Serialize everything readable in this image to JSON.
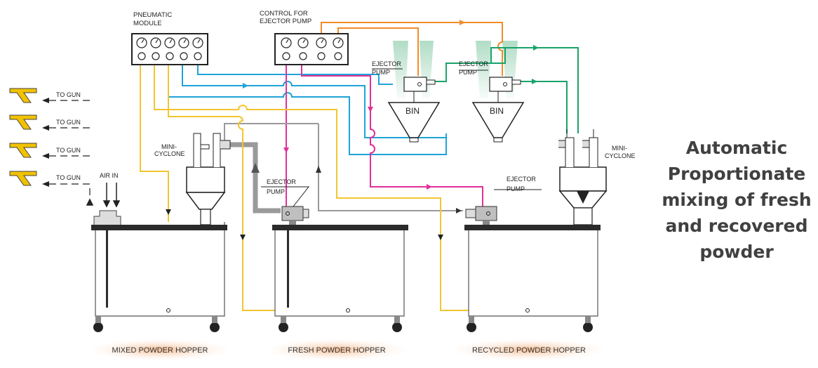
{
  "title": {
    "line1": "Automatic",
    "line2": "Proportionate",
    "line3": "mixing of fresh",
    "line4": "and recovered",
    "line5": "powder"
  },
  "modules": {
    "pneumatic_line1": "PNEUMATIC",
    "pneumatic_line2": "MODULE",
    "control_line1": "CONTROL FOR",
    "control_line2": "EJECTOR PUMP"
  },
  "labels": {
    "to_gun": "TO GUN",
    "air_in": "AIR IN",
    "ejector": "EJECTOR",
    "pump": "PUMP",
    "bin": "BIN",
    "mini": "MINI-",
    "cyclone": "CYCLONE"
  },
  "hoppers": {
    "mixed": "MIXED POWDER HOPPER",
    "fresh": "FRESH POWDER HOPPER",
    "recycled": "RECYCLED POWDER HOPPER"
  },
  "colors": {
    "yellow_line": "#f2c531",
    "blue_line": "#1fa3d8",
    "magenta_line": "#e0309a",
    "orange_line": "#f28c28",
    "green_line": "#1aa36a",
    "gray_line": "#9a9a9a",
    "gun_yellow": "#f2c200",
    "hopper_glow": "#f6c9a8"
  }
}
